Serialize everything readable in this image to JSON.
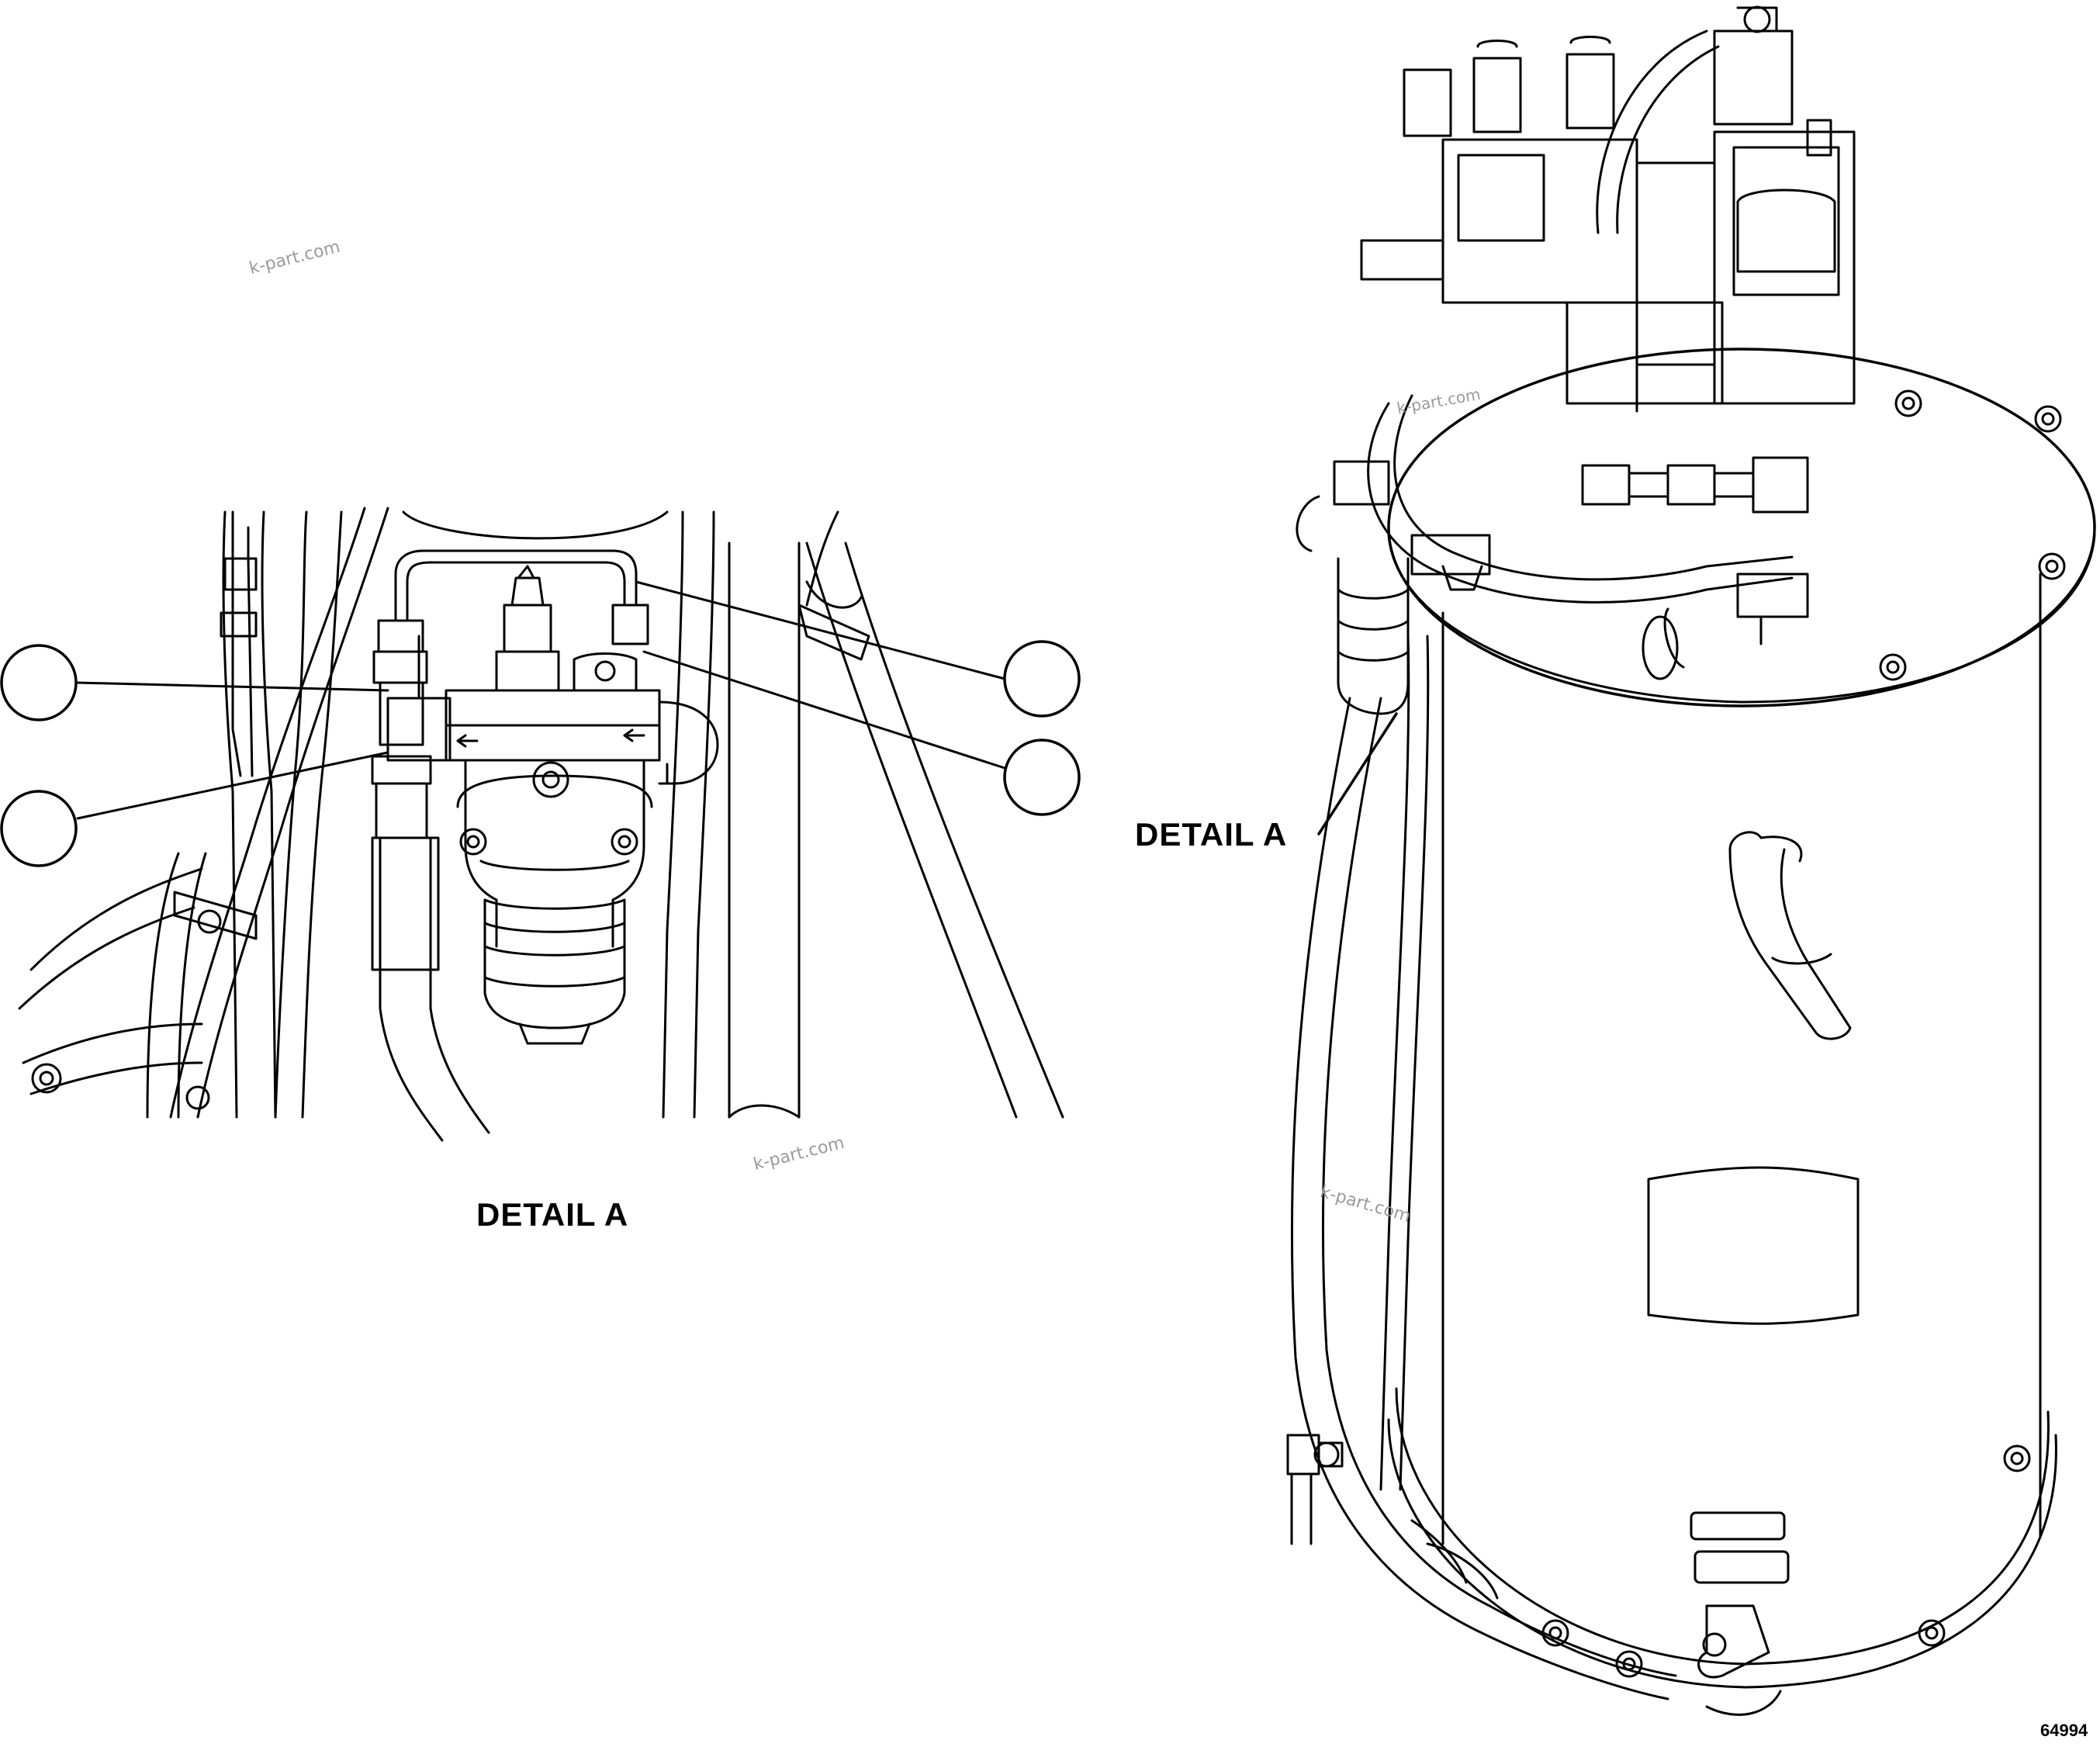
{
  "labels": {
    "detail_left": "DETAIL A",
    "detail_right": "DETAIL A",
    "figure_code": "64994"
  },
  "watermarks": [
    "k-part.com",
    "k-part.com",
    "k-part.com",
    "k-part.com"
  ],
  "callouts": [
    {
      "id": "callout-1",
      "text": ""
    },
    {
      "id": "callout-2",
      "text": ""
    },
    {
      "id": "callout-3",
      "text": ""
    },
    {
      "id": "callout-4",
      "text": ""
    }
  ],
  "colors": {
    "line": "#000000",
    "paper": "#ffffff",
    "watermark": "#9a9a9a"
  }
}
